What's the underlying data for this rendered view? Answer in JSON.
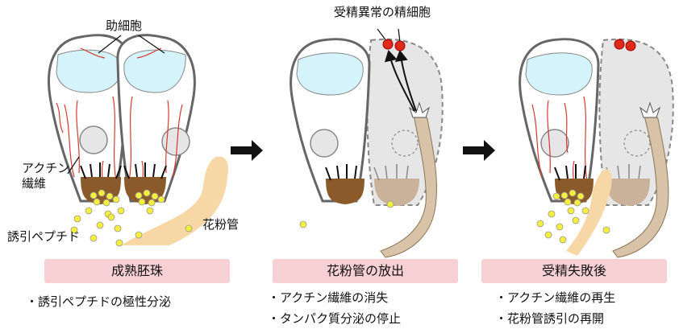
{
  "labels": {
    "synergid": "助細胞",
    "abnormal_sperm": "受精異常の精細胞",
    "actin_line1": "アクチン",
    "actin_line2": "繊維",
    "peptide": "誘引ペプチド",
    "pollen_tube": "花粉管"
  },
  "stages": [
    {
      "title": "成熟胚珠",
      "bullets": [
        "・誘引ペプチドの極性分泌"
      ]
    },
    {
      "title": "花粉管の放出",
      "bullets": [
        "・アクチン繊維の消失",
        "・タンパク質分泌の停止"
      ]
    },
    {
      "title": "受精失敗後",
      "bullets": [
        "・アクチン繊維の再生",
        "・花粉管誘引の再開"
      ]
    }
  ],
  "colors": {
    "vacuole": "#d5f3fb",
    "filiform": "#8b5a2b",
    "filiform_faded": "#c9b299",
    "pollen_tube": "#f8d7a6",
    "pollen_tube_spent": "#d8c3a8",
    "peptide": "#f4ef3a",
    "actin": "#d43a2f",
    "sperm": "#e02a1a",
    "degenerate_cell": "#e6e6e6",
    "stage_box": "#f7d0d4"
  }
}
